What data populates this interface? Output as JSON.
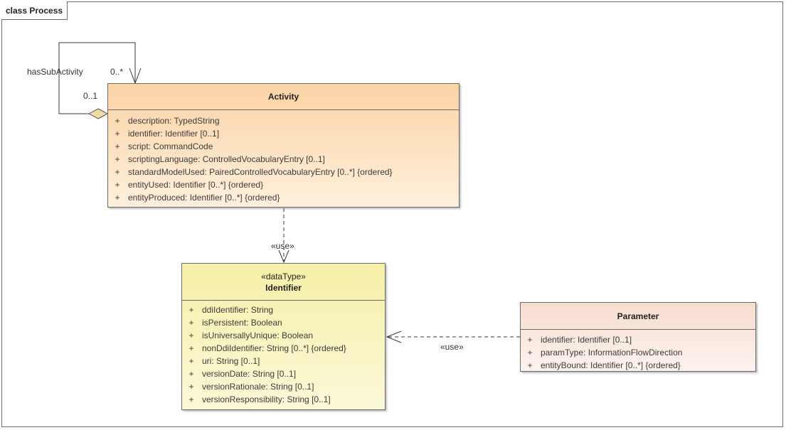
{
  "diagram": {
    "frame_title": "class Process"
  },
  "activity": {
    "name": "Activity",
    "attributes": [
      {
        "vis": "+",
        "text": "description: TypedString"
      },
      {
        "vis": "+",
        "text": "identifier: Identifier [0..1]"
      },
      {
        "vis": "+",
        "text": "script: CommandCode"
      },
      {
        "vis": "+",
        "text": "scriptingLanguage: ControlledVocabularyEntry [0..1]"
      },
      {
        "vis": "+",
        "text": "standardModelUsed: PairedControlledVocabularyEntry [0..*] {ordered}"
      },
      {
        "vis": "+",
        "text": "entityUsed: Identifier [0..*] {ordered}"
      },
      {
        "vis": "+",
        "text": "entityProduced: Identifier [0..*] {ordered}"
      }
    ]
  },
  "identifier": {
    "stereotype": "«dataType»",
    "name": "Identifier",
    "attributes": [
      {
        "vis": "+",
        "text": "ddiIdentifier: String"
      },
      {
        "vis": "+",
        "text": "isPersistent: Boolean"
      },
      {
        "vis": "+",
        "text": "isUniversallyUnique: Boolean"
      },
      {
        "vis": "+",
        "text": "nonDdiIdentifier: String [0..*] {ordered}"
      },
      {
        "vis": "+",
        "text": "uri: String [0..1]"
      },
      {
        "vis": "+",
        "text": "versionDate: String [0..1]"
      },
      {
        "vis": "+",
        "text": "versionRationale: String [0..1]"
      },
      {
        "vis": "+",
        "text": "versionResponsibility: String [0..1]"
      }
    ]
  },
  "parameter": {
    "name": "Parameter",
    "attributes": [
      {
        "vis": "+",
        "text": "identifier: Identifier [0..1]"
      },
      {
        "vis": "+",
        "text": "paramType: InformationFlowDirection"
      },
      {
        "vis": "+",
        "text": "entityBound: Identifier [0..*] {ordered}"
      }
    ]
  },
  "relations": {
    "self_assoc_role": "hasSubActivity",
    "self_assoc_target_mult": "0..*",
    "self_assoc_source_mult": "0..1",
    "activity_use_label": "«use»",
    "parameter_use_label": "«use»"
  },
  "colors": {
    "activity_fill_top": "#fbd3a5",
    "activity_fill_bottom": "#fff0dc",
    "identifier_fill_top": "#f6f0a8",
    "identifier_fill_bottom": "#fbf8d8",
    "parameter_fill_top": "#f7ddd0",
    "parameter_fill_bottom": "#fdf3ee"
  }
}
